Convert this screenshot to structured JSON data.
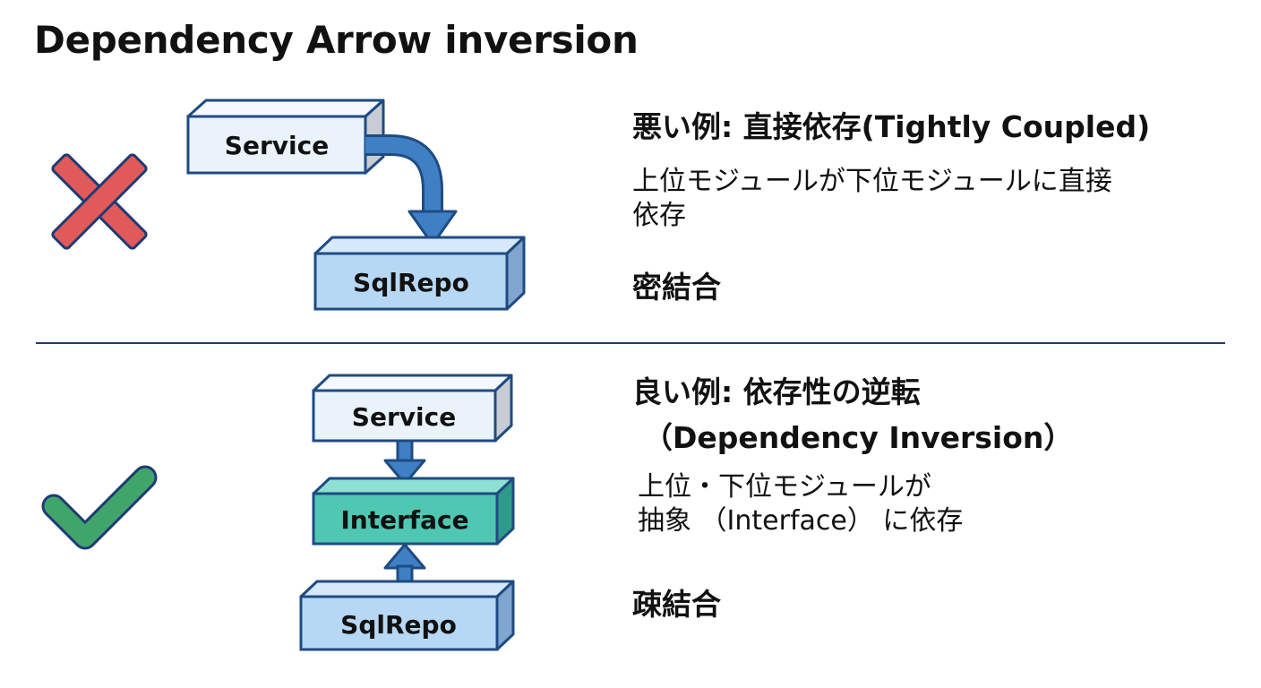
{
  "title": "Dependency Arrow inversion",
  "bad": {
    "heading": "悪い例: 直接依存(Tightly Coupled)",
    "description_line1": "上位モジュールが下位モジュールに直接",
    "description_line2": "依存",
    "coupling": "密結合",
    "boxes": {
      "service": "Service",
      "repo": "SqlRepo"
    },
    "mark_icon": "cross-icon",
    "mark_color": "#e05a5a"
  },
  "good": {
    "heading_line1": "良い例: 依存性の逆転",
    "heading_line2": "（Dependency Inversion）",
    "description_line1": "上位・下位モジュールが",
    "description_line2": "抽象 （Interface） に依存",
    "coupling": "疎結合",
    "boxes": {
      "service": "Service",
      "interface": "Interface",
      "repo": "SqlRepo"
    },
    "mark_icon": "check-icon",
    "mark_color": "#3fa56b"
  },
  "colors": {
    "box_light": "#eaf3fc",
    "box_blue": "#b7d8f5",
    "box_teal": "#4fc7b3",
    "outline": "#1f4b82",
    "arrow": "#3f80c4",
    "divider": "#1f3b73"
  }
}
